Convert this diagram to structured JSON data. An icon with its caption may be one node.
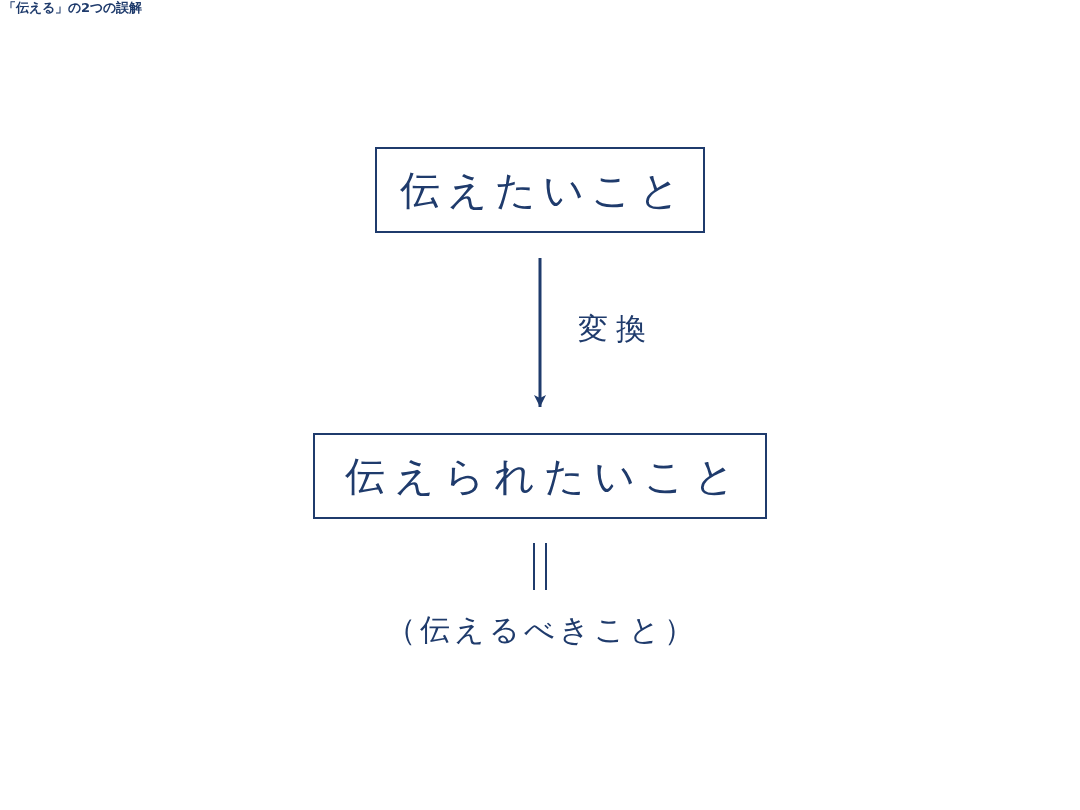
{
  "diagram": {
    "title": "「伝える」の2つの誤解",
    "nodes": [
      {
        "text": [
          "伝えたいこと"
        ]
      },
      {
        "text": [
          "伝えられたいこと"
        ]
      },
      {
        "text": [
          "（伝えるべきこと）"
        ]
      }
    ],
    "edges": [
      {
        "from": 0,
        "to": 1,
        "arrow": "to",
        "label": "変換"
      }
    ]
  }
}
